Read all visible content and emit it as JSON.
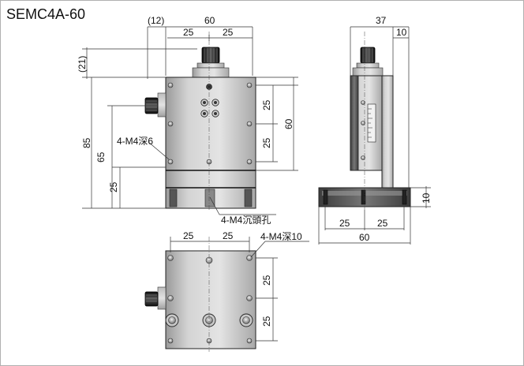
{
  "title": "SEMC4A-60",
  "front_view": {
    "dim_top_ref": "(12)",
    "dim_width": "60",
    "dim_half_left": "25",
    "dim_half_right": "25",
    "dim_left_ref": "(21)",
    "dim_height_total": "85",
    "dim_height_65": "65",
    "dim_height_25": "25",
    "dim_right_25_upper": "25",
    "dim_right_25_lower": "25",
    "dim_right_60": "60",
    "note_tap": "4-M4深6",
    "note_counterbore": "4-M4沉頭孔"
  },
  "side_view": {
    "dim_depth": "37",
    "dim_offset": "10",
    "dim_base_height": "10",
    "dim_base_left": "25",
    "dim_base_right": "25",
    "dim_base_width": "60"
  },
  "bottom_view": {
    "dim_top_left": "25",
    "dim_top_right": "25",
    "note_tap": "4-M4深10",
    "dim_right_upper": "25",
    "dim_right_lower": "25"
  },
  "colors": {
    "stage_light": "#d8d8d8",
    "stage_dark": "#6a6a6a",
    "line": "#222222"
  }
}
